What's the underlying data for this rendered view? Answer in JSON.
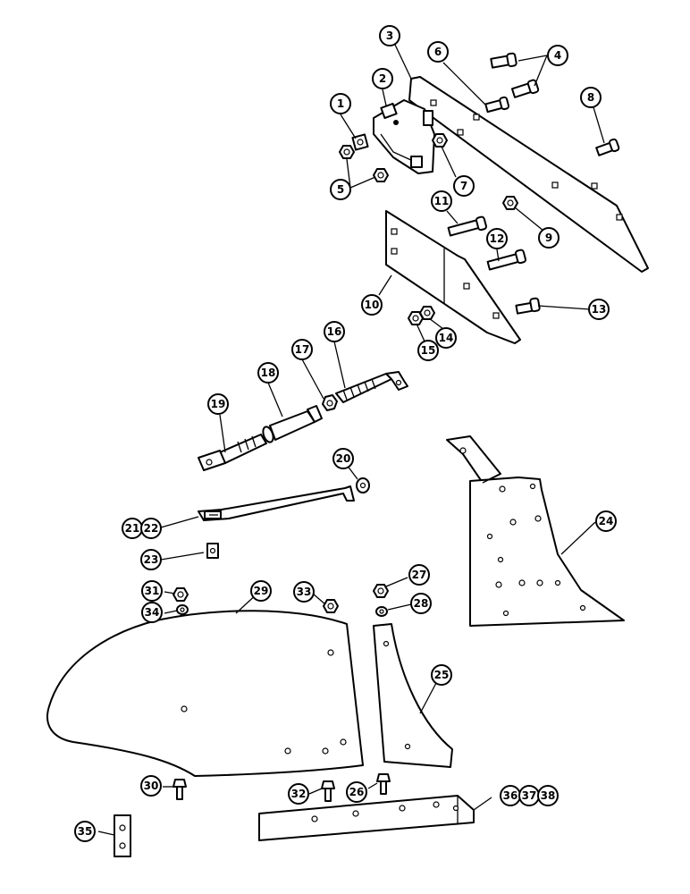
{
  "callouts": {
    "c1": "1",
    "c2": "2",
    "c3": "3",
    "c4": "4",
    "c5": "5",
    "c6": "6",
    "c7": "7",
    "c8": "8",
    "c9": "9",
    "c10": "10",
    "c11": "11",
    "c12": "12",
    "c13": "13",
    "c14": "14",
    "c15": "15",
    "c16": "16",
    "c17": "17",
    "c18": "18",
    "c19": "19",
    "c20": "20",
    "c21": "21",
    "c22": "22",
    "c23": "23",
    "c24": "24",
    "c25": "25",
    "c26": "26",
    "c27": "27",
    "c28": "28",
    "c29": "29",
    "c30": "30",
    "c31": "31",
    "c32": "32",
    "c33": "33",
    "c34": "34",
    "c35": "35",
    "c36": "36",
    "c37": "37",
    "c38": "38"
  }
}
